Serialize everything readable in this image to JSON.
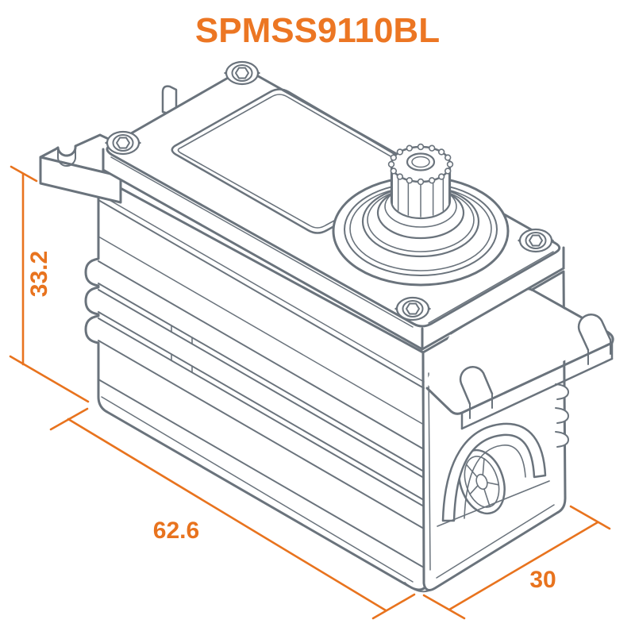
{
  "page": {
    "background_color": "#ffffff"
  },
  "title": {
    "text": "SPMSS9110BL",
    "color": "#EC7623"
  },
  "diagram": {
    "type": "isometric-technical-drawing",
    "subject": "servo",
    "line_color": "#6A737C",
    "accent_color": "#E8731E"
  },
  "dimensions": {
    "height": "33.2",
    "length": "62.6",
    "width": "30"
  }
}
